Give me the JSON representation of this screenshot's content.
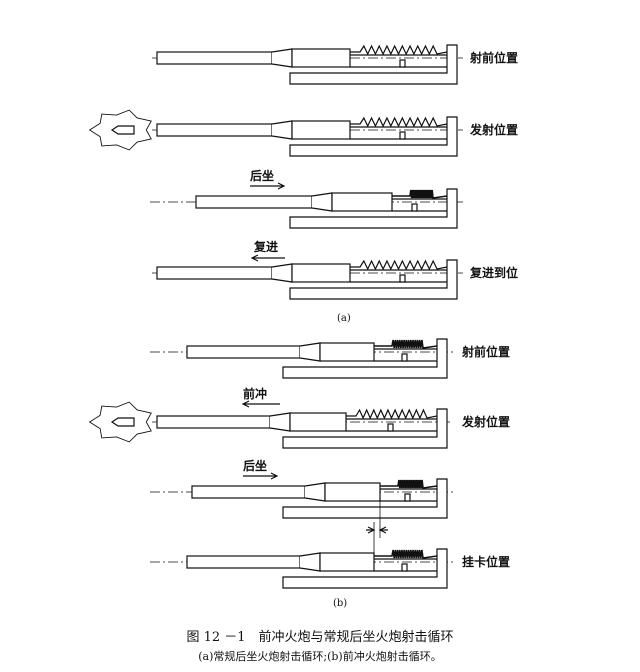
{
  "diagram_a": {
    "panel_label": "(a)",
    "guns": [
      {
        "state_label": "射前位置"
      },
      {
        "state_label": "发射位置"
      },
      {
        "state_label": "",
        "motion_label": "后坐"
      },
      {
        "state_label": "复进到位",
        "motion_label": "复进"
      }
    ]
  },
  "diagram_b": {
    "panel_label": "(b)",
    "guns": [
      {
        "state_label": "射前位置"
      },
      {
        "state_label": "发射位置",
        "motion_label": "前冲"
      },
      {
        "state_label": "",
        "motion_label": "后坐"
      },
      {
        "state_label": "挂卡位置"
      }
    ]
  },
  "caption": {
    "title": "图 12 －1　前冲火炮与常规后坐火炮射击循环",
    "subtitle": "(a)常规后坐火炮射击循环;(b)前冲火炮射击循环。"
  }
}
